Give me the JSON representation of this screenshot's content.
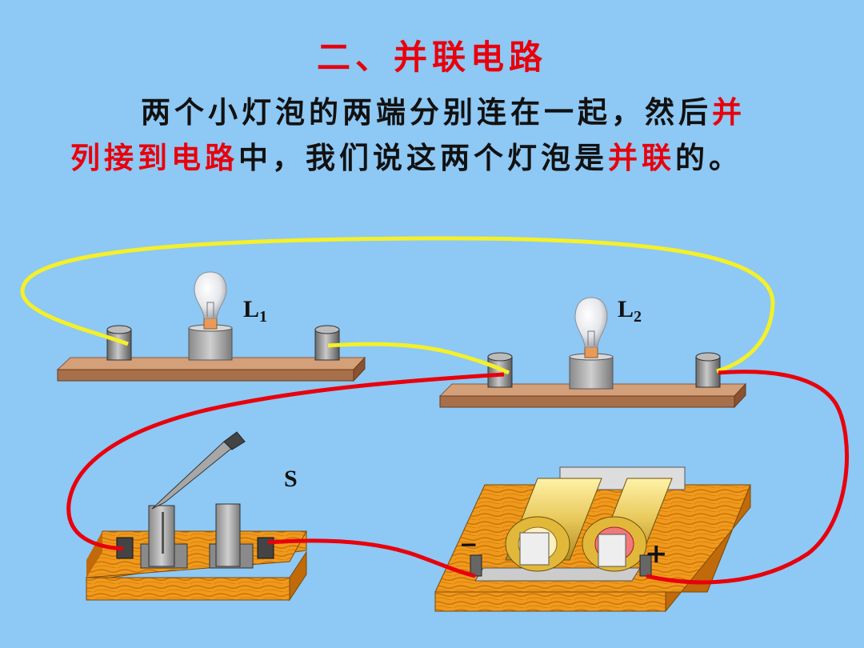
{
  "title": "二、并联电路",
  "colors": {
    "background": "#8ec8f4",
    "accent": "#e8000c",
    "wire_yellow": "#f4f02a",
    "wire_red": "#e8000c"
  },
  "paragraph": {
    "seg1": "两个小灯泡的两端分别连在一起，然后",
    "seg2": "并列接到电路",
    "seg3": "中，我们说这两个灯泡是",
    "seg4": "并联",
    "seg5": "的。"
  },
  "labels": {
    "lamp1_main": "L",
    "lamp1_sub": "1",
    "lamp2_main": "L",
    "lamp2_sub": "2",
    "switch": "S",
    "battery_neg": "−",
    "battery_pos": "+"
  }
}
